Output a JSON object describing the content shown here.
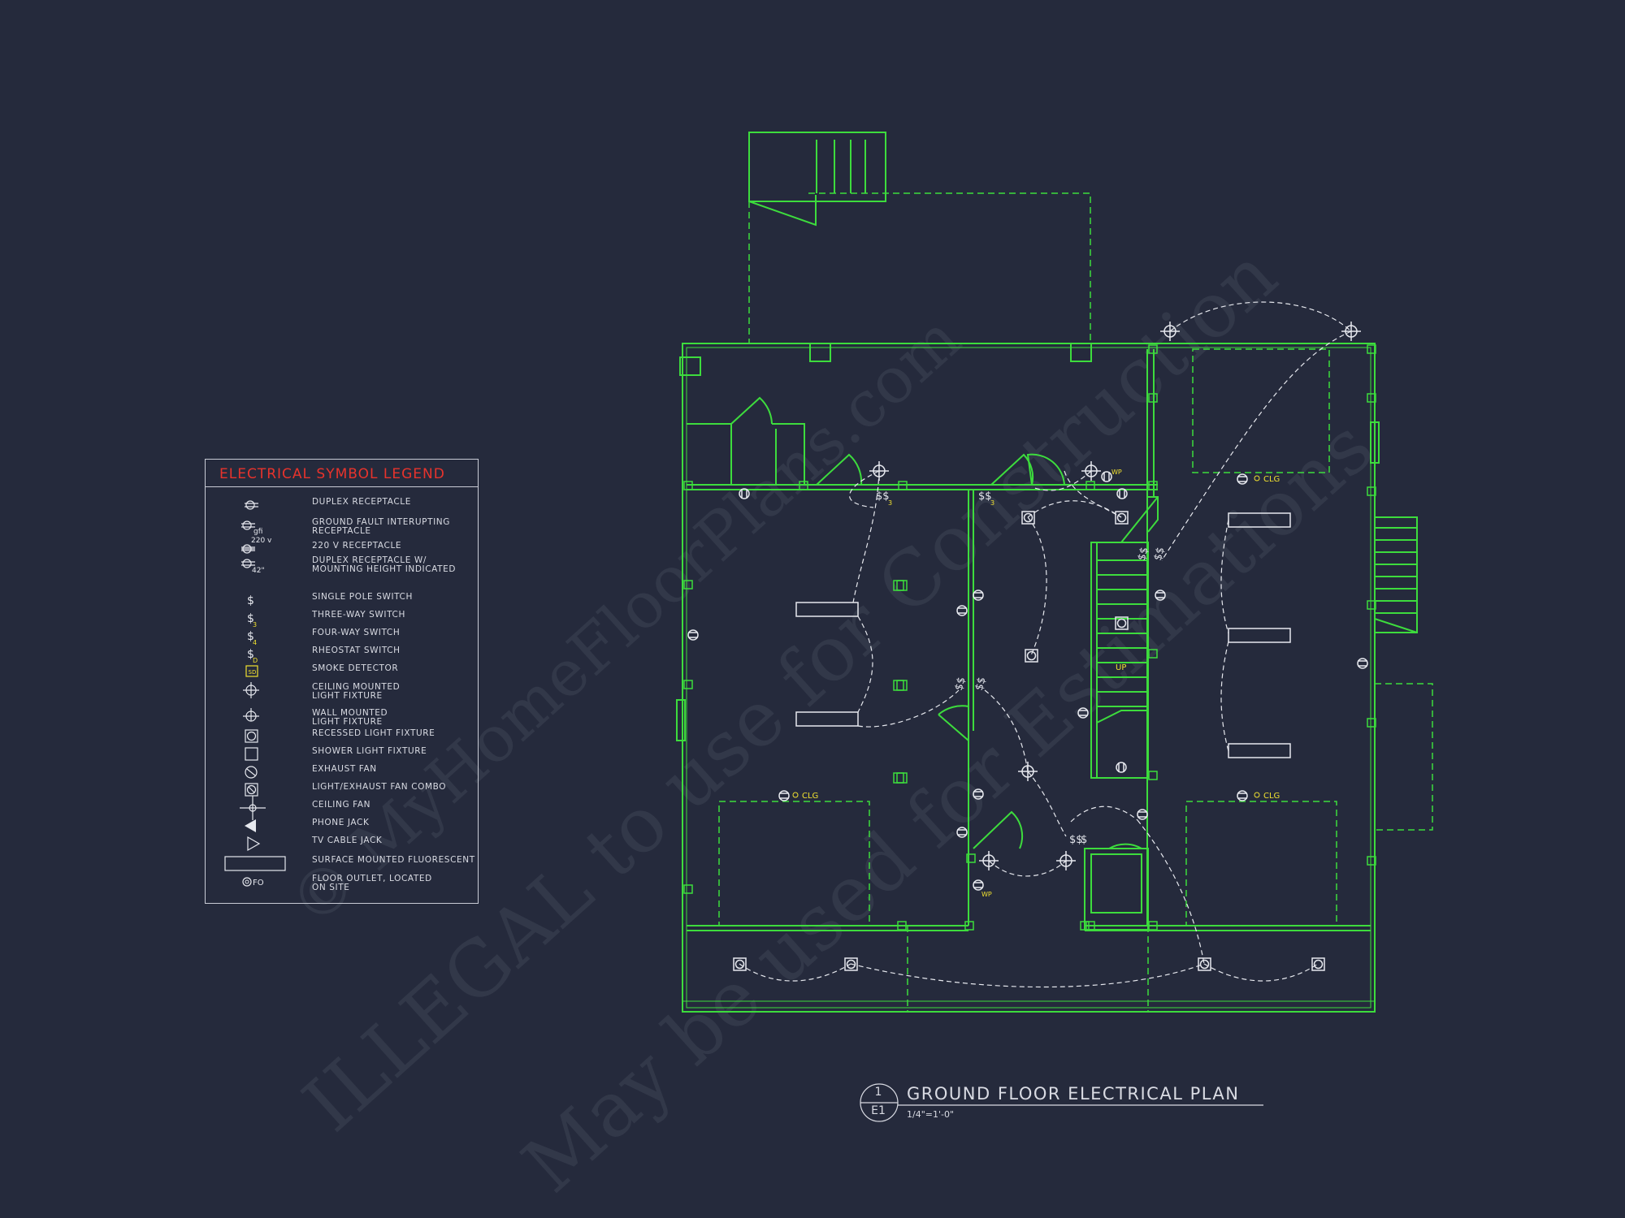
{
  "colors": {
    "background": "#252a3c",
    "walls": "#3ddc3d",
    "symbols": "#e6e8ee",
    "annotation": "#f0e030",
    "legend_title": "#e8332c"
  },
  "legend": {
    "title": "ELECTRICAL SYMBOL LEGEND",
    "items": [
      {
        "label": "DUPLEX RECEPTACLE",
        "icon": "duplex-receptacle-icon"
      },
      {
        "label": "GROUND FAULT INTERUPTING\nRECEPTACLE",
        "icon": "gfi-receptacle-icon",
        "tag": "gfi"
      },
      {
        "label": "220 V RECEPTACLE",
        "icon": "220v-receptacle-icon",
        "tag": "220 v"
      },
      {
        "label": "DUPLEX RECEPTACLE W/\nMOUNTING HEIGHT INDICATED",
        "icon": "height-receptacle-icon",
        "tag": "42\""
      },
      {
        "label": "SINGLE POLE SWITCH",
        "icon": "single-pole-switch-icon"
      },
      {
        "label": "THREE-WAY SWITCH",
        "icon": "three-way-switch-icon",
        "tag": "3"
      },
      {
        "label": "FOUR-WAY SWITCH",
        "icon": "four-way-switch-icon",
        "tag": "4"
      },
      {
        "label": "RHEOSTAT SWITCH",
        "icon": "rheostat-switch-icon",
        "tag": "D"
      },
      {
        "label": "SMOKE DETECTOR",
        "icon": "smoke-detector-icon",
        "tag": "SD"
      },
      {
        "label": "CEILING MOUNTED\nLIGHT FIXTURE",
        "icon": "ceiling-light-icon"
      },
      {
        "label": "WALL MOUNTED\nLIGHT FIXTURE",
        "icon": "wall-light-icon"
      },
      {
        "label": "RECESSED LIGHT FIXTURE",
        "icon": "recessed-light-icon"
      },
      {
        "label": "SHOWER LIGHT FIXTURE",
        "icon": "shower-light-icon"
      },
      {
        "label": "EXHAUST FAN",
        "icon": "exhaust-fan-icon"
      },
      {
        "label": "LIGHT/EXHAUST FAN COMBO",
        "icon": "light-exhaust-combo-icon"
      },
      {
        "label": "CEILING FAN",
        "icon": "ceiling-fan-icon"
      },
      {
        "label": "PHONE JACK",
        "icon": "phone-jack-icon"
      },
      {
        "label": "TV CABLE JACK",
        "icon": "tv-cable-jack-icon"
      },
      {
        "label": "SURFACE MOUNTED FLUORESCENT",
        "icon": "fluorescent-icon"
      },
      {
        "label": "FLOOR OUTLET, LOCATED\nON SITE",
        "icon": "floor-outlet-icon",
        "tag": "FO"
      }
    ]
  },
  "plan": {
    "annotations": {
      "clg": "CLG",
      "wp": "WP",
      "up": "UP",
      "switch": "$",
      "switch_3": "$$",
      "switch_3_sub": "3"
    }
  },
  "title_block": {
    "number": "1",
    "sheet": "E1",
    "title": "GROUND FLOOR ELECTRICAL PLAN",
    "scale": "1/4\"=1'-0\""
  },
  "watermark": {
    "line1": "ILLEGAL to use for Construction",
    "line2": "© MyHomeFloorPlans.com",
    "line3": "May be used for Estimations"
  }
}
